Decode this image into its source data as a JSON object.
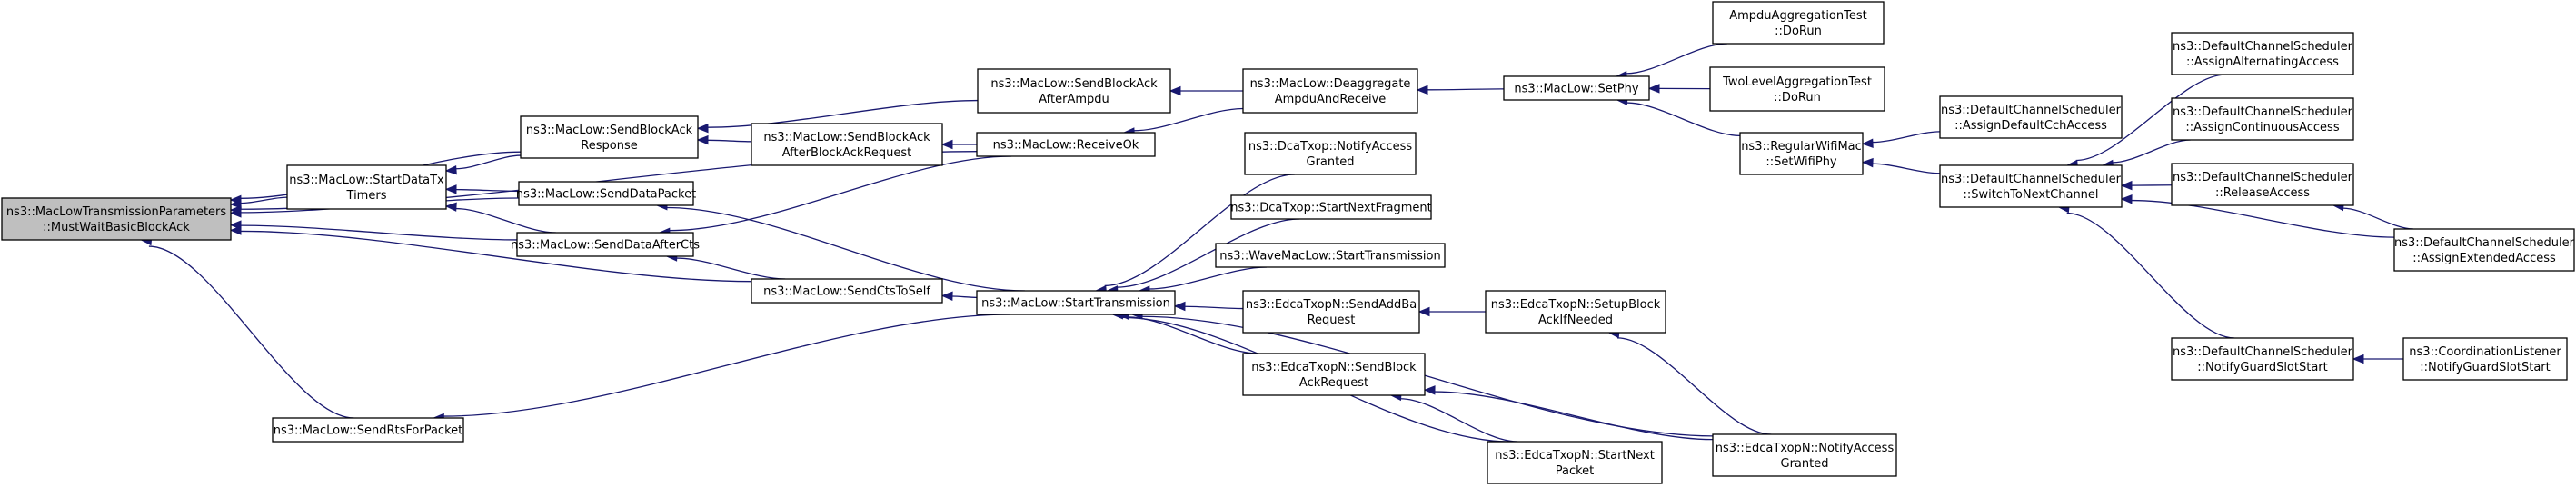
{
  "colors": {
    "edge": "#191970",
    "node_fill": "#ffffff",
    "root_fill": "#bfbfbf",
    "border": "#000000"
  },
  "nodes": [
    {
      "id": "root",
      "lines": [
        "ns3::MacLowTransmissionParameters",
        "::MustWaitBasicBlockAck"
      ]
    },
    {
      "id": "startDataTxTimers",
      "lines": [
        "ns3::MacLow::StartDataTx",
        "Timers"
      ]
    },
    {
      "id": "sendRtsForPacket",
      "lines": [
        "ns3::MacLow::SendRtsForPacket"
      ]
    },
    {
      "id": "sendBlockAckResponse",
      "lines": [
        "ns3::MacLow::SendBlockAck",
        "Response"
      ]
    },
    {
      "id": "sendDataPacket",
      "lines": [
        "ns3::MacLow::SendDataPacket"
      ]
    },
    {
      "id": "sendDataAfterCts",
      "lines": [
        "ns3::MacLow::SendDataAfterCts"
      ]
    },
    {
      "id": "sendBlockAckAfterAmpdu",
      "lines": [
        "ns3::MacLow::SendBlockAck",
        "AfterAmpdu"
      ]
    },
    {
      "id": "sendBlockAckAfterBlockAckRequest",
      "lines": [
        "ns3::MacLow::SendBlockAck",
        "AfterBlockAckRequest"
      ]
    },
    {
      "id": "sendCtsToSelf",
      "lines": [
        "ns3::MacLow::SendCtsToSelf"
      ]
    },
    {
      "id": "startTransmission",
      "lines": [
        "ns3::MacLow::StartTransmission"
      ]
    },
    {
      "id": "deaggregate",
      "lines": [
        "ns3::MacLow::Deaggregate",
        "AmpduAndReceive"
      ]
    },
    {
      "id": "receiveOk",
      "lines": [
        "ns3::MacLow::ReceiveOk"
      ]
    },
    {
      "id": "dcaNotifyAccessGranted",
      "lines": [
        "ns3::DcaTxop::NotifyAccess",
        "Granted"
      ]
    },
    {
      "id": "dcaStartNextFragment",
      "lines": [
        "ns3::DcaTxop::StartNextFragment"
      ]
    },
    {
      "id": "waveStartTransmission",
      "lines": [
        "ns3::WaveMacLow::StartTransmission"
      ]
    },
    {
      "id": "edcaSendAddBaRequest",
      "lines": [
        "ns3::EdcaTxopN::SendAddBa",
        "Request"
      ]
    },
    {
      "id": "edcaSendBlockAckRequest",
      "lines": [
        "ns3::EdcaTxopN::SendBlock",
        "AckRequest"
      ]
    },
    {
      "id": "setPhy",
      "lines": [
        "ns3::MacLow::SetPhy"
      ]
    },
    {
      "id": "edcaSetupBlockAckIfNeeded",
      "lines": [
        "ns3::EdcaTxopN::SetupBlock",
        "AckIfNeeded"
      ]
    },
    {
      "id": "edcaStartNextPacket",
      "lines": [
        "ns3::EdcaTxopN::StartNext",
        "Packet"
      ]
    },
    {
      "id": "ampduAggregationTest",
      "lines": [
        "AmpduAggregationTest",
        "::DoRun"
      ]
    },
    {
      "id": "twoLevelAggregationTest",
      "lines": [
        "TwoLevelAggregationTest",
        "::DoRun"
      ]
    },
    {
      "id": "regularWifiMacSetWifiPhy",
      "lines": [
        "ns3::RegularWifiMac",
        "::SetWifiPhy"
      ]
    },
    {
      "id": "edcaNotifyAccessGranted",
      "lines": [
        "ns3::EdcaTxopN::NotifyAccess",
        "Granted"
      ]
    },
    {
      "id": "assignDefaultCchAccess",
      "lines": [
        "ns3::DefaultChannelScheduler",
        "::AssignDefaultCchAccess"
      ]
    },
    {
      "id": "switchToNextChannel",
      "lines": [
        "ns3::DefaultChannelScheduler",
        "::SwitchToNextChannel"
      ]
    },
    {
      "id": "assignAlternatingAccess",
      "lines": [
        "ns3::DefaultChannelScheduler",
        "::AssignAlternatingAccess"
      ]
    },
    {
      "id": "assignContinuousAccess",
      "lines": [
        "ns3::DefaultChannelScheduler",
        "::AssignContinuousAccess"
      ]
    },
    {
      "id": "releaseAccess",
      "lines": [
        "ns3::DefaultChannelScheduler",
        "::ReleaseAccess"
      ]
    },
    {
      "id": "notifyGuardSlotStart",
      "lines": [
        "ns3::DefaultChannelScheduler",
        "::NotifyGuardSlotStart"
      ]
    },
    {
      "id": "assignExtendedAccess",
      "lines": [
        "ns3::DefaultChannelScheduler",
        "::AssignExtendedAccess"
      ]
    },
    {
      "id": "coordinationListener",
      "lines": [
        "ns3::CoordinationListener",
        "::NotifyGuardSlotStart"
      ]
    }
  ],
  "edges": [
    {
      "from": "startDataTxTimers",
      "to": "root"
    },
    {
      "from": "sendRtsForPacket",
      "to": "root"
    },
    {
      "from": "sendBlockAckResponse",
      "to": "root"
    },
    {
      "from": "sendDataPacket",
      "to": "root"
    },
    {
      "from": "sendDataAfterCts",
      "to": "root"
    },
    {
      "from": "sendCtsToSelf",
      "to": "root"
    },
    {
      "from": "receiveOk",
      "to": "root"
    },
    {
      "from": "sendBlockAckResponse",
      "to": "startDataTxTimers"
    },
    {
      "from": "sendDataPacket",
      "to": "startDataTxTimers"
    },
    {
      "from": "sendDataAfterCts",
      "to": "startDataTxTimers"
    },
    {
      "from": "sendBlockAckAfterAmpdu",
      "to": "sendBlockAckResponse"
    },
    {
      "from": "sendBlockAckAfterBlockAckRequest",
      "to": "sendBlockAckResponse"
    },
    {
      "from": "startTransmission",
      "to": "sendDataPacket"
    },
    {
      "from": "sendCtsToSelf",
      "to": "sendDataAfterCts"
    },
    {
      "from": "receiveOk",
      "to": "sendDataAfterCts"
    },
    {
      "from": "startTransmission",
      "to": "sendCtsToSelf"
    },
    {
      "from": "startTransmission",
      "to": "sendRtsForPacket"
    },
    {
      "from": "deaggregate",
      "to": "sendBlockAckAfterAmpdu"
    },
    {
      "from": "receiveOk",
      "to": "sendBlockAckAfterBlockAckRequest"
    },
    {
      "from": "deaggregate",
      "to": "receiveOk"
    },
    {
      "from": "setPhy",
      "to": "deaggregate"
    },
    {
      "from": "dcaNotifyAccessGranted",
      "to": "startTransmission"
    },
    {
      "from": "dcaStartNextFragment",
      "to": "startTransmission"
    },
    {
      "from": "waveStartTransmission",
      "to": "startTransmission"
    },
    {
      "from": "edcaSendAddBaRequest",
      "to": "startTransmission"
    },
    {
      "from": "edcaSendBlockAckRequest",
      "to": "startTransmission"
    },
    {
      "from": "edcaNotifyAccessGranted",
      "to": "startTransmission"
    },
    {
      "from": "edcaStartNextPacket",
      "to": "startTransmission"
    },
    {
      "from": "edcaSetupBlockAckIfNeeded",
      "to": "edcaSendAddBaRequest"
    },
    {
      "from": "edcaNotifyAccessGranted",
      "to": "edcaSetupBlockAckIfNeeded"
    },
    {
      "from": "edcaNotifyAccessGranted",
      "to": "edcaSendBlockAckRequest"
    },
    {
      "from": "edcaStartNextPacket",
      "to": "edcaSendBlockAckRequest"
    },
    {
      "from": "ampduAggregationTest",
      "to": "setPhy"
    },
    {
      "from": "twoLevelAggregationTest",
      "to": "setPhy"
    },
    {
      "from": "regularWifiMacSetWifiPhy",
      "to": "setPhy"
    },
    {
      "from": "assignDefaultCchAccess",
      "to": "regularWifiMacSetWifiPhy"
    },
    {
      "from": "switchToNextChannel",
      "to": "regularWifiMacSetWifiPhy"
    },
    {
      "from": "assignAlternatingAccess",
      "to": "switchToNextChannel"
    },
    {
      "from": "assignContinuousAccess",
      "to": "switchToNextChannel"
    },
    {
      "from": "releaseAccess",
      "to": "switchToNextChannel"
    },
    {
      "from": "assignExtendedAccess",
      "to": "switchToNextChannel"
    },
    {
      "from": "notifyGuardSlotStart",
      "to": "switchToNextChannel"
    },
    {
      "from": "assignExtendedAccess",
      "to": "releaseAccess"
    },
    {
      "from": "coordinationListener",
      "to": "notifyGuardSlotStart"
    }
  ]
}
